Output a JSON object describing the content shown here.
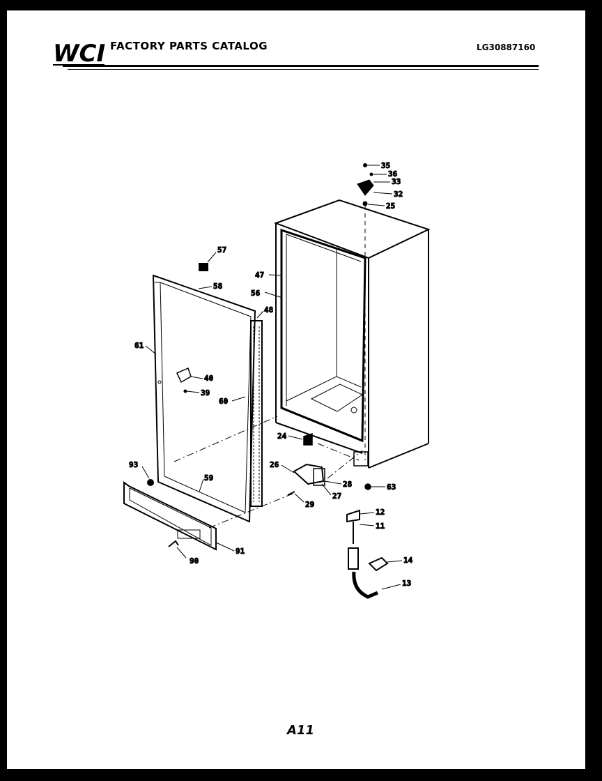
{
  "header": {
    "logo_text": "WCI",
    "title": "FACTORY PARTS CATALOG",
    "catalog_number": "LG30887160"
  },
  "part_numbers": [
    "35",
    "36",
    "33",
    "32",
    "25",
    "57",
    "58",
    "47",
    "56",
    "48",
    "61",
    "40",
    "39",
    "60",
    "24",
    "26",
    "28",
    "63",
    "27",
    "29",
    "12",
    "11",
    "14",
    "13",
    "93",
    "59",
    "91",
    "90"
  ],
  "page_number": "A11"
}
